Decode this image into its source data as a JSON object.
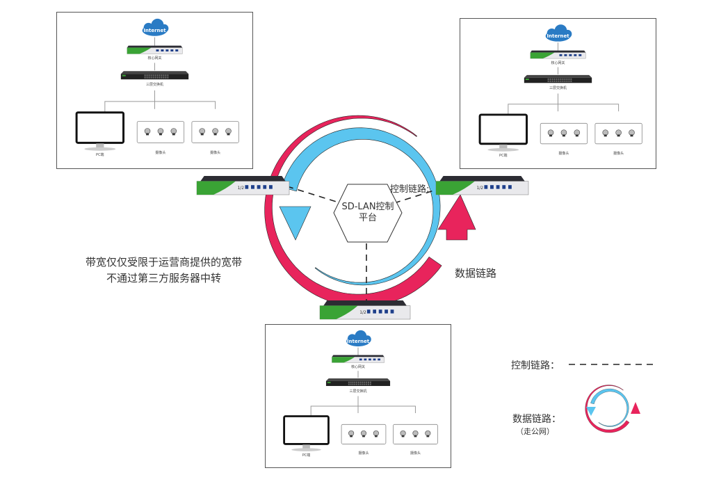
{
  "colors": {
    "data_link": "#e8245c",
    "control_link": "#5bc5ef",
    "router_green": "#3aa335",
    "router_body": "#e9e9ec",
    "router_top": "#2c2c33",
    "panel_border": "#555555"
  },
  "platform": {
    "line1": "SD-LAN控制",
    "line2": "平台"
  },
  "labels": {
    "control_link_inline": "控制链路:",
    "data_link_inline": "数据链路",
    "bandwidth_line1": "带宽仅仅受限于运营商提供的宽带",
    "bandwidth_line2": "不通过第三方服务器中转"
  },
  "legend": {
    "control_link_label": "控制链路：",
    "data_link_label": "数据链路：",
    "data_link_note": "（走公网）"
  },
  "sites": [
    {
      "name": "top-left",
      "cloud": "Internet",
      "gateway": "核心网关",
      "switch": "三层交换机",
      "devices": [
        "PC端",
        "摄像头",
        "摄像头"
      ]
    },
    {
      "name": "top-right",
      "cloud": "Internet",
      "gateway": "核心网关",
      "switch": "三层交换机",
      "devices": [
        "PC端",
        "摄像头",
        "摄像头"
      ]
    },
    {
      "name": "bottom",
      "cloud": "Internet",
      "gateway": "核心网关",
      "switch": "三层交换机",
      "devices": [
        "PC端",
        "摄像头",
        "摄像头"
      ]
    }
  ],
  "router_port_label": "1/2"
}
